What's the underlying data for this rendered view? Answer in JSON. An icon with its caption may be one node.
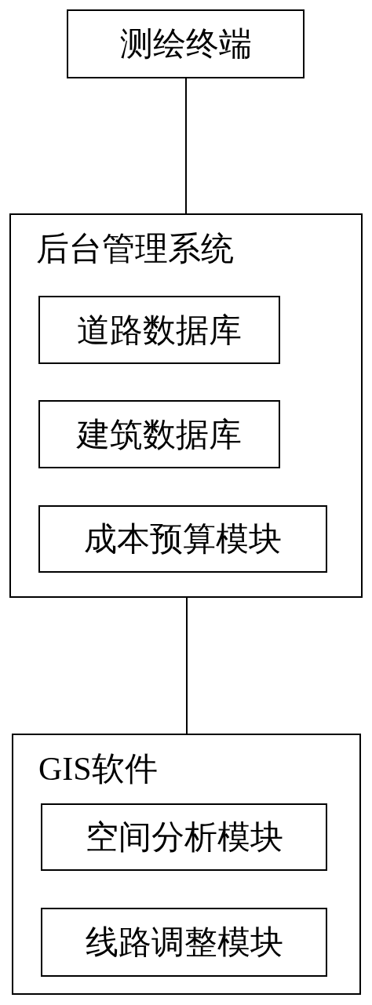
{
  "diagram": {
    "nodes": [
      {
        "text": [
          "测绘终端"
        ]
      },
      {
        "text": [
          "后台管理系统"
        ]
      },
      {
        "text": [
          "道路数据库"
        ],
        "in": 1
      },
      {
        "text": [
          "建筑数据库"
        ],
        "in": 1
      },
      {
        "text": [
          "成本预算模块"
        ],
        "in": 1
      },
      {
        "text": [
          "GIS软件"
        ]
      },
      {
        "text": [
          "空间分析模块"
        ],
        "in": 5
      },
      {
        "text": [
          "线路调整模块"
        ],
        "in": 5
      }
    ],
    "edges": [
      {
        "from": 0,
        "to": 1,
        "arrow": "none"
      },
      {
        "from": 1,
        "to": 5,
        "arrow": "none"
      }
    ]
  }
}
